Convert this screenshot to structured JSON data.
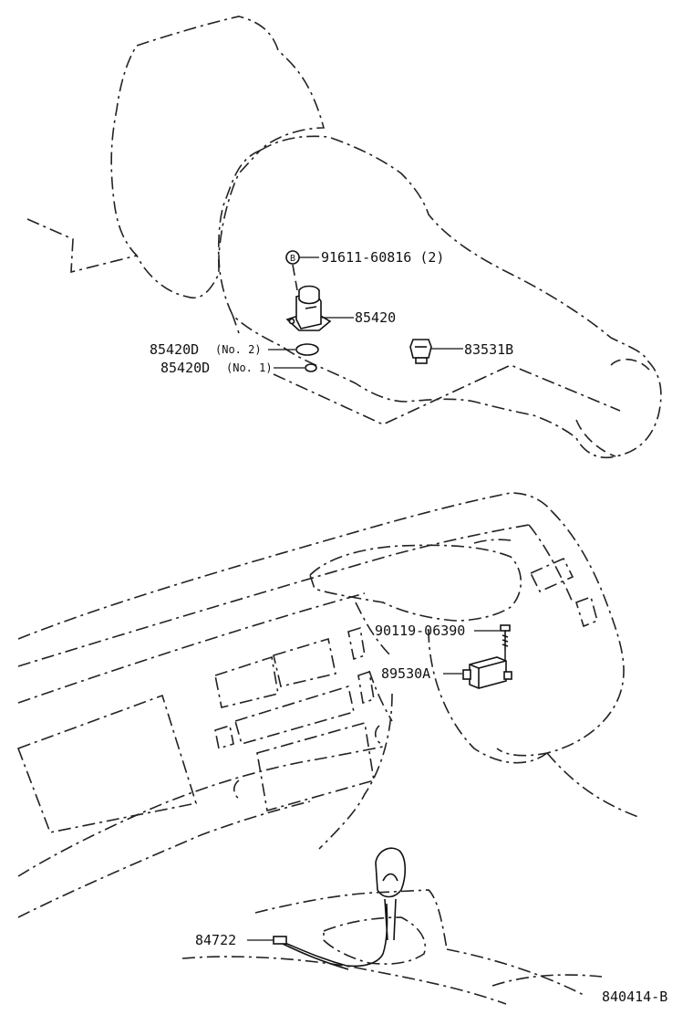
{
  "labels": {
    "bolt_85420": "91611-60816 (2)",
    "sensor_85420": "85420",
    "oring_no2_code": "85420D",
    "oring_no2_note": "(No. 2)",
    "oring_no1_code": "85420D",
    "oring_no1_note": "(No. 1)",
    "switch_83531": "83531B",
    "screw_90119": "90119-06390",
    "unit_89530": "89530A",
    "harness_84722": "84722",
    "diagram_id": "840414-B"
  },
  "symbols": {
    "bolt_marker": "B"
  }
}
